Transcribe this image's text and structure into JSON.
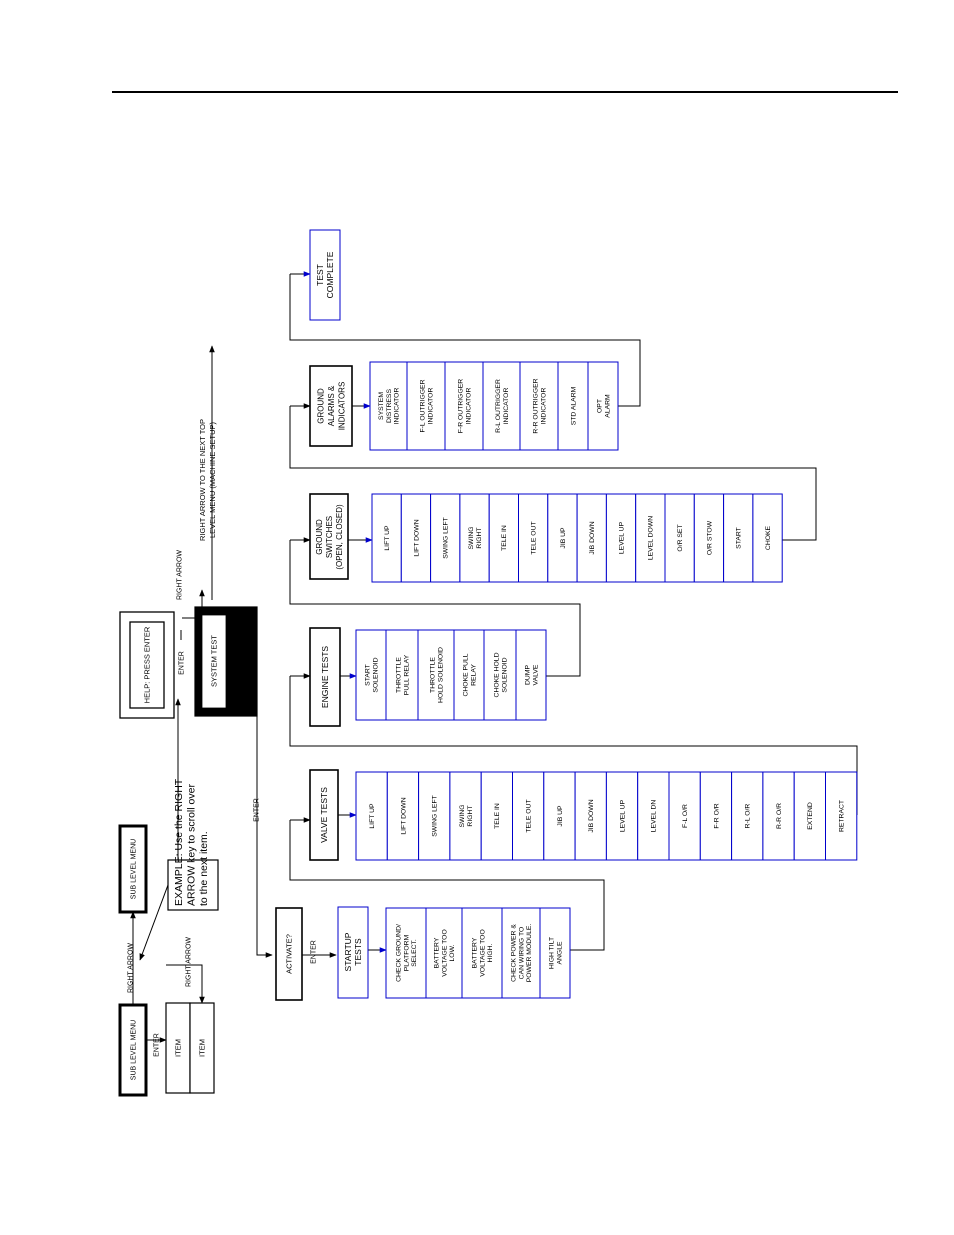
{
  "example": {
    "sub_menu_a": "SUB LEVEL MENU",
    "sub_menu_b": "SUB LEVEL MENU",
    "item_a": "ITEM",
    "item_b": "ITEM",
    "right_arrow_a": "RIGHT ARROW",
    "right_arrow_b": "RIGHT ARROW",
    "enter": "ENTER",
    "note": [
      "EXAMPLE:  Use the RIGHT",
      "ARROW key to scroll over",
      "to the next item."
    ]
  },
  "help": "HELP: PRESS ENTER",
  "system_test": "SYSTEM TEST",
  "enter_labels": [
    "ENTER",
    "ENTER",
    "ENTER"
  ],
  "right_arrow_label": "RIGHT ARROW",
  "next_top_menu": [
    "RIGHT ARROW TO THE NEXT TOP",
    "LEVEL MENU (MACHINE SETUP)"
  ],
  "activate": "ACTIVATE?",
  "startup": {
    "title": [
      "STARTUP",
      "TESTS"
    ],
    "items": [
      [
        "CHECK GROUND/",
        "PLATFORM",
        "SELECT."
      ],
      [
        "BATTERY",
        "VOLTAGE TOO",
        "LOW."
      ],
      [
        "BATTERY",
        "VOLTAGE TOO",
        "HIGH."
      ],
      [
        "CHECK POWER &",
        "CAN WIRING TO",
        "POWER MODULE."
      ],
      [
        "HIGH TILT",
        "ANGLE"
      ]
    ]
  },
  "valve": {
    "title": [
      "VALVE TESTS"
    ],
    "items": [
      [
        "LIFT UP"
      ],
      [
        "LIFT DOWN"
      ],
      [
        "SWING LEFT"
      ],
      [
        "SWING",
        "RIGHT"
      ],
      [
        "TELE IN"
      ],
      [
        "TELE OUT"
      ],
      [
        "JIB UP"
      ],
      [
        "JIB DOWN"
      ],
      [
        "LEVEL UP"
      ],
      [
        "LEVEL DN"
      ],
      [
        "F-L O/R"
      ],
      [
        "F-R O/R"
      ],
      [
        "R-L O/R"
      ],
      [
        "R-R O/R"
      ],
      [
        "EXTEND"
      ],
      [
        "RETRACT"
      ]
    ]
  },
  "engine": {
    "title": [
      "ENGINE TESTS"
    ],
    "items": [
      [
        "START",
        "SOLENOID"
      ],
      [
        "THROTTLE",
        "PULL RELAY"
      ],
      [
        "THROTTLE",
        "HOLD SOLENOID"
      ],
      [
        "CHOKE PULL",
        "RELAY"
      ],
      [
        "CHOKE HOLD",
        "SOLENOID"
      ],
      [
        "DUMP",
        "VALVE"
      ]
    ]
  },
  "switches": {
    "title": [
      "GROUND",
      "SWITCHES",
      "(OPEN, CLOSED)"
    ],
    "items": [
      [
        "LIFT UP"
      ],
      [
        "LIFT DOWN"
      ],
      [
        "SWING LEFT"
      ],
      [
        "SWING",
        "RIGHT"
      ],
      [
        "TELE IN"
      ],
      [
        "TELE OUT"
      ],
      [
        "JIB UP"
      ],
      [
        "JIB DOWN"
      ],
      [
        "LEVEL UP"
      ],
      [
        "LEVEL DOWN"
      ],
      [
        "O/R SET"
      ],
      [
        "O/R STOW"
      ],
      [
        "START"
      ],
      [
        "CHOKE"
      ]
    ]
  },
  "alarms": {
    "title": [
      "GROUND",
      "ALARMS &",
      "INDICATORS"
    ],
    "items": [
      [
        "SYSTEM",
        "DISTRESS",
        "INDICATOR"
      ],
      [
        "F-L OUTRIGGER",
        "INDICATOR"
      ],
      [
        "F-R OUTRIGGER",
        "INDICATOR"
      ],
      [
        "R-L OUTRIGGER",
        "INDICATOR"
      ],
      [
        "R-R OUTRIGGER",
        "INDICATOR"
      ],
      [
        "STD ALARM"
      ],
      [
        "OPT",
        "ALARM"
      ]
    ]
  },
  "complete": [
    "TEST",
    "COMPLETE"
  ],
  "colors": {
    "ink": "#000000",
    "blue": "#0000cc"
  }
}
